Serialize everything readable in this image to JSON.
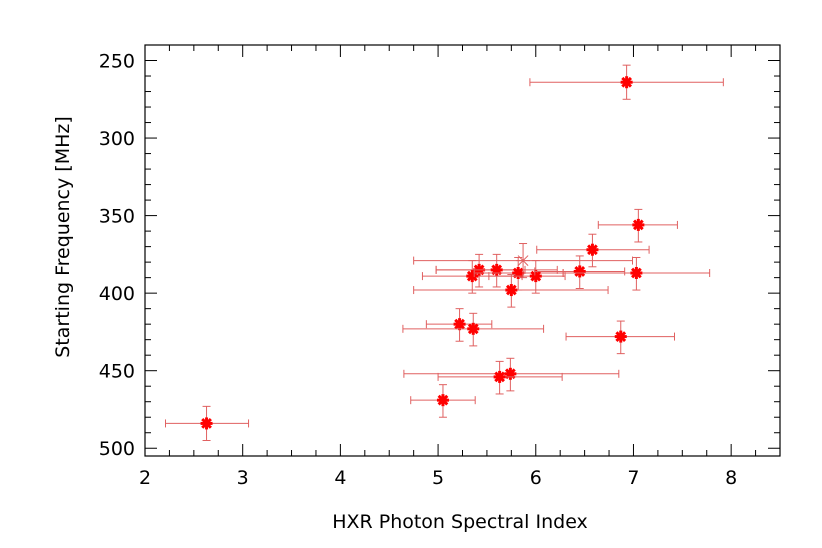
{
  "chart_data": {
    "type": "scatter",
    "xlabel": "HXR Photon Spectral Index",
    "ylabel": "Starting Frequency [MHz]",
    "xlim": [
      2,
      8.5
    ],
    "ylim": [
      505,
      240
    ],
    "y_inverted": true,
    "xticks": [
      "2",
      "3",
      "4",
      "5",
      "6",
      "7",
      "8"
    ],
    "xtick_values": [
      2,
      3,
      4,
      5,
      6,
      7,
      8
    ],
    "yticks": [
      "250",
      "300",
      "350",
      "400",
      "450",
      "500"
    ],
    "ytick_values": [
      250,
      300,
      350,
      400,
      450,
      500
    ],
    "marker_color": "#ff0000",
    "errorbar_color": "#e06060",
    "series": [
      {
        "marker": "bold-asterisk",
        "points": [
          {
            "x": 6.93,
            "y": 264,
            "xerr": [
              5.94,
              7.92
            ],
            "yerr": [
              253,
              275
            ]
          },
          {
            "x": 7.05,
            "y": 356,
            "xerr": [
              6.64,
              7.45
            ],
            "yerr": [
              346,
              367
            ]
          },
          {
            "x": 6.58,
            "y": 372,
            "xerr": [
              6.01,
              7.16
            ],
            "yerr": [
              362,
              383
            ]
          },
          {
            "x": 5.42,
            "y": 385,
            "xerr": [
              4.98,
              5.89
            ],
            "yerr": [
              375,
              396
            ]
          },
          {
            "x": 5.6,
            "y": 385,
            "xerr": [
              4.98,
              6.22
            ],
            "yerr": [
              375,
              396
            ]
          },
          {
            "x": 5.35,
            "y": 389,
            "xerr": [
              4.84,
              5.86
            ],
            "yerr": [
              379,
              400
            ]
          },
          {
            "x": 5.82,
            "y": 387,
            "xerr": [
              5.37,
              6.28
            ],
            "yerr": [
              377,
              398
            ]
          },
          {
            "x": 6.0,
            "y": 389,
            "xerr": [
              5.52,
              6.3
            ],
            "yerr": [
              379,
              400
            ]
          },
          {
            "x": 6.45,
            "y": 386,
            "xerr": [
              5.99,
              6.91
            ],
            "yerr": [
              376,
              397
            ]
          },
          {
            "x": 7.03,
            "y": 387,
            "xerr": [
              6.28,
              7.78
            ],
            "yerr": [
              377,
              398
            ]
          },
          {
            "x": 5.75,
            "y": 398,
            "xerr": [
              4.75,
              6.74
            ],
            "yerr": [
              388,
              409
            ]
          },
          {
            "x": 5.22,
            "y": 420,
            "xerr": [
              4.88,
              5.55
            ],
            "yerr": [
              410,
              431
            ]
          },
          {
            "x": 5.36,
            "y": 423,
            "xerr": [
              4.64,
              6.08
            ],
            "yerr": [
              413,
              434
            ]
          },
          {
            "x": 6.87,
            "y": 428,
            "xerr": [
              6.31,
              7.42
            ],
            "yerr": [
              418,
              439
            ]
          },
          {
            "x": 5.74,
            "y": 452,
            "xerr": [
              4.65,
              6.85
            ],
            "yerr": [
              442,
              463
            ]
          },
          {
            "x": 5.63,
            "y": 454,
            "xerr": [
              5.0,
              6.27
            ],
            "yerr": [
              444,
              465
            ]
          },
          {
            "x": 5.05,
            "y": 469,
            "xerr": [
              4.72,
              5.38
            ],
            "yerr": [
              459,
              480
            ]
          },
          {
            "x": 2.63,
            "y": 484,
            "xerr": [
              2.21,
              3.06
            ],
            "yerr": [
              473,
              495
            ]
          }
        ]
      },
      {
        "marker": "thin-asterisk",
        "points": [
          {
            "x": 5.87,
            "y": 379,
            "xerr": [
              4.75,
              6.99
            ],
            "yerr": [
              368,
              390
            ]
          }
        ]
      }
    ]
  }
}
